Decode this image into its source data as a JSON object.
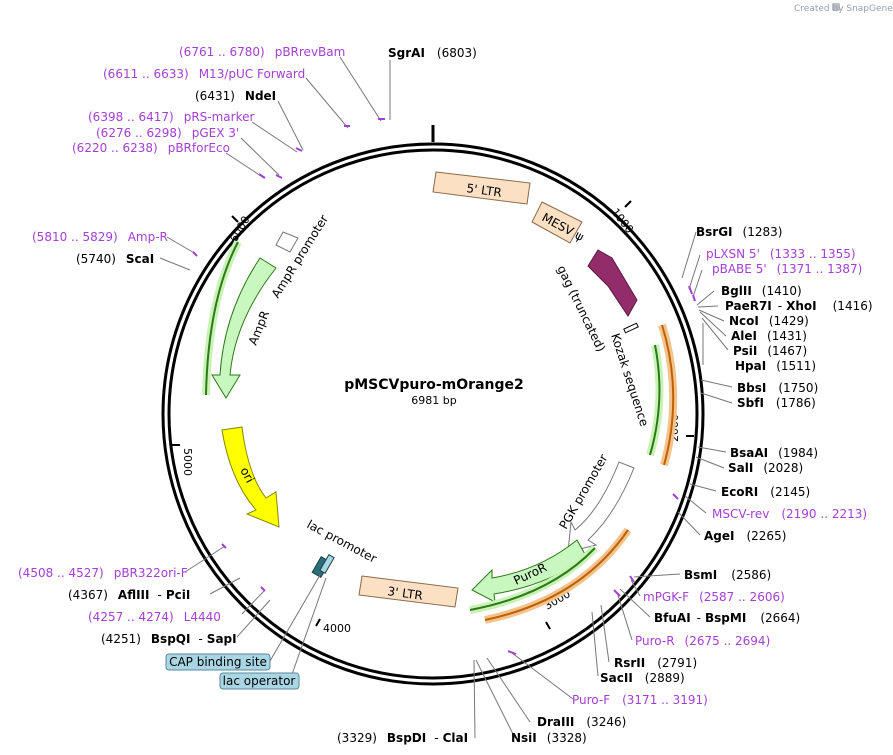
{
  "credit": "Created by SnapGene",
  "plasmid": {
    "name": "pMSCVpuro-mOrange2",
    "length": "6981 bp"
  },
  "ticks": [
    "1000",
    "2000",
    "3000",
    "4000",
    "5000",
    "6000"
  ],
  "features": {
    "ltr5": "5' LTR",
    "mesv": "MESV ψ",
    "gag": "gag (truncated)",
    "kozak": "Kozak sequence",
    "pgk": "PGK promoter",
    "puror": "PuroR",
    "ltr3": "3' LTR",
    "lac": "lac promoter",
    "ori": "ori",
    "ampr": "AmpR",
    "amprp": "AmpR promoter"
  },
  "tags": {
    "cap": "CAP binding site",
    "lacop": "lac operator"
  },
  "right_labels": [
    {
      "name": "BsrGI",
      "pos": "(1283)"
    },
    {
      "name": "pLXSN 5'",
      "pos": "(1333 .. 1355)"
    },
    {
      "name": "pBABE 5'",
      "pos": "(1371 .. 1387)"
    },
    {
      "name": "BglII",
      "pos": "(1410)"
    },
    {
      "name": "PaeR7I",
      "name2": "XhoI",
      "pos": "(1416)"
    },
    {
      "name": "NcoI",
      "pos": "(1429)"
    },
    {
      "name": "AleI",
      "pos": "(1431)"
    },
    {
      "name": "PsiI",
      "pos": "(1467)"
    },
    {
      "name": "HpaI",
      "pos": "(1511)"
    },
    {
      "name": "BbsI",
      "pos": "(1750)"
    },
    {
      "name": "SbfI",
      "pos": "(1786)"
    },
    {
      "name": "BsaAI",
      "pos": "(1984)"
    },
    {
      "name": "SalI",
      "pos": "(2028)"
    },
    {
      "name": "EcoRI",
      "pos": "(2145)"
    },
    {
      "name": "MSCV-rev",
      "pos": "(2190 .. 2213)"
    },
    {
      "name": "AgeI",
      "pos": "(2265)"
    },
    {
      "name": "BsmI",
      "pos": "(2586)"
    },
    {
      "name": "mPGK-F",
      "pos": "(2587 .. 2606)"
    },
    {
      "name": "BfuAI",
      "name2": "BspMI",
      "pos": "(2664)"
    },
    {
      "name": "Puro-R",
      "pos": "(2675 .. 2694)"
    },
    {
      "name": "RsrII",
      "pos": "(2791)"
    },
    {
      "name": "SacII",
      "pos": "(2889)"
    },
    {
      "name": "Puro-F",
      "pos": "(3171 .. 3191)"
    },
    {
      "name": "DraIII",
      "pos": "(3246)"
    },
    {
      "name": "NsiI",
      "pos": "(3328)"
    },
    {
      "name": "BspDI",
      "name2": "ClaI",
      "pos": "(3329)"
    }
  ],
  "left_labels": [
    {
      "name": "SgrAI",
      "pos": "(6803)"
    },
    {
      "name": "pBRrevBam",
      "pos": "(6761 .. 6780)"
    },
    {
      "name": "M13/pUC Forward",
      "pos": "(6611 .. 6633)"
    },
    {
      "name": "NdeI",
      "pos": "(6431)"
    },
    {
      "name": "pRS-marker",
      "pos": "(6398 .. 6417)"
    },
    {
      "name": "pGEX 3'",
      "pos": "(6276 .. 6298)"
    },
    {
      "name": "pBRforEco",
      "pos": "(6220 .. 6238)"
    },
    {
      "name": "Amp-R",
      "pos": "(5810 .. 5829)"
    },
    {
      "name": "ScaI",
      "pos": "(5740)"
    },
    {
      "name": "pBR322ori-F",
      "pos": "(4508 .. 4527)"
    },
    {
      "name": "AflIII",
      "name2": "PciI",
      "pos": "(4367)"
    },
    {
      "name": "L4440",
      "pos": "(4257 .. 4274)"
    },
    {
      "name": "BspQI",
      "name2": "SapI",
      "pos": "(4251)"
    }
  ]
}
